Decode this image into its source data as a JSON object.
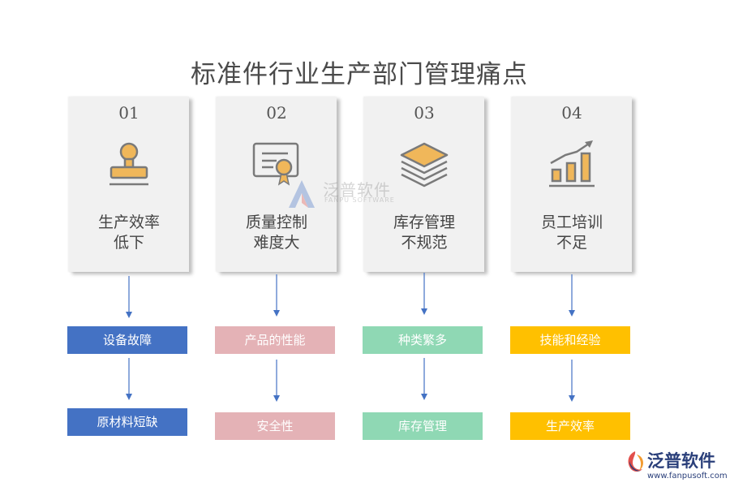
{
  "title": "标准件行业生产部门管理痛点",
  "columns": [
    {
      "num": "01",
      "line1": "生产效率",
      "line2": "低下",
      "icon": "stamp-icon",
      "box1": "设备故障",
      "box2": "原材料短缺",
      "box_bg": "#4472c4",
      "box_fg": "#ffffff"
    },
    {
      "num": "02",
      "line1": "质量控制",
      "line2": "难度大",
      "icon": "certificate-icon",
      "box1": "产品的性能",
      "box2": "安全性",
      "box_bg": "#e4b2b6",
      "box_fg": "#ffffff"
    },
    {
      "num": "03",
      "line1": "库存管理",
      "line2": "不规范",
      "icon": "layers-icon",
      "box1": "种类繁多",
      "box2": "库存管理",
      "box_bg": "#8fd8b4",
      "box_fg": "#ffffff"
    },
    {
      "num": "04",
      "line1": "员工培训",
      "line2": "不足",
      "icon": "bar-chart-growth-icon",
      "box1": "技能和经验",
      "box2": "生产效率",
      "box_bg": "#ffc000",
      "box_fg": "#ffffff"
    }
  ],
  "colors": {
    "icon": "#f0b75a",
    "icon_line": "#7a7a7a",
    "arrow": "#4472c4"
  },
  "watermark": {
    "name": "泛普软件",
    "sub": "FANPU SOFTWARE"
  },
  "logo": {
    "name": "泛普软件",
    "url": "www.fanpusoft.com"
  }
}
